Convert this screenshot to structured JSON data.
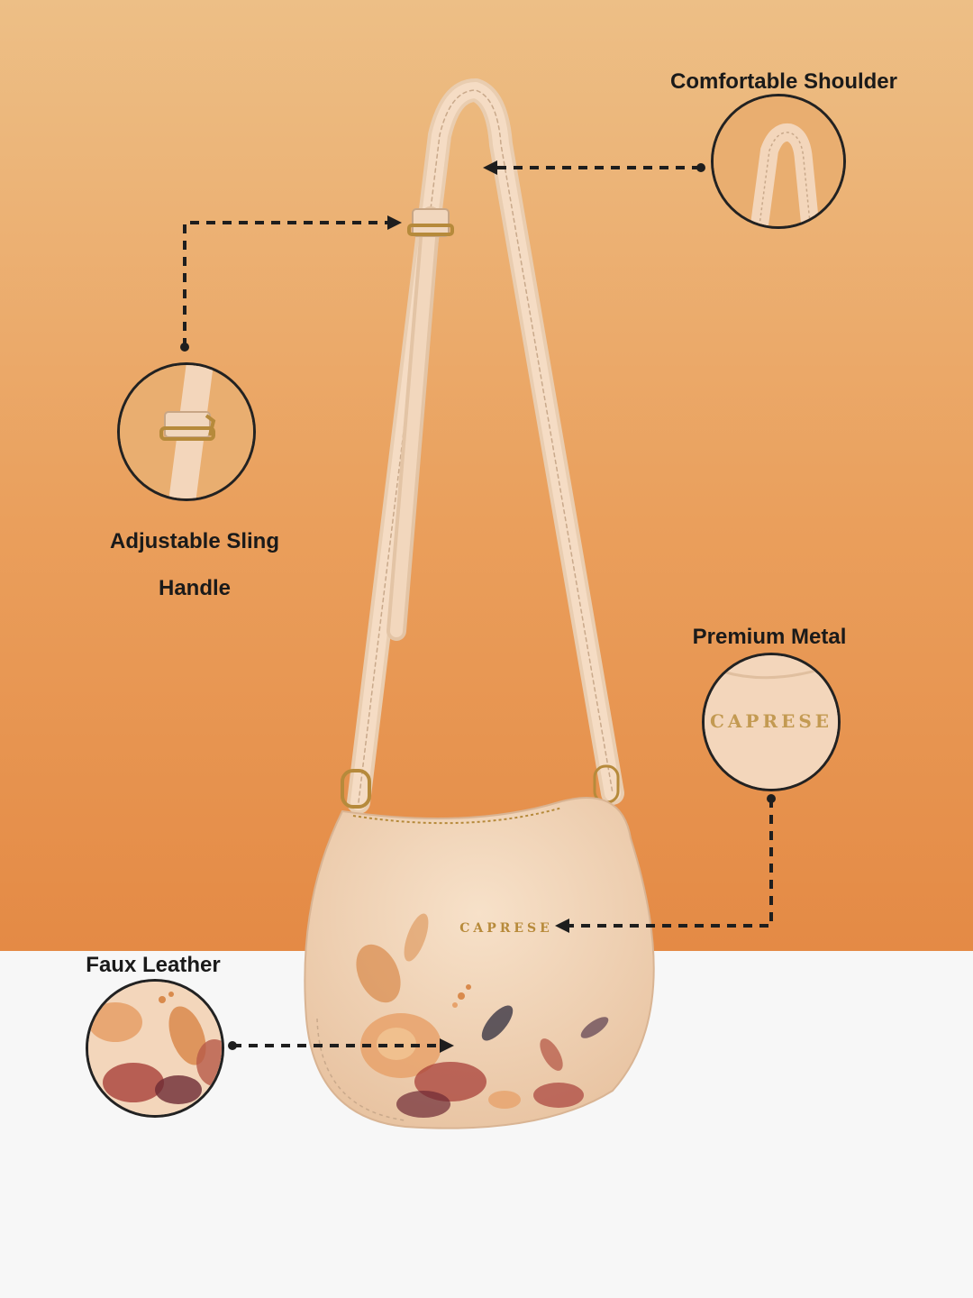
{
  "features": {
    "shoulder_handle": {
      "title_line1": "Comfortable Shoulder",
      "title_line2": "Handle",
      "icon": "strap-loop-icon"
    },
    "sling_handle": {
      "title_line1": "Adjustable Sling",
      "title_line2": "Handle",
      "icon": "buckle-icon"
    },
    "metal_logo": {
      "title_line1": "Premium Metal",
      "title_line2": "Logo",
      "icon": "logo-plate-icon"
    },
    "faux_leather": {
      "title": "Faux Leather",
      "icon": "floral-texture-icon"
    }
  },
  "bag": {
    "logo_text": "CAPRESE",
    "color": "#f3d6bb",
    "print_colors": [
      "#a8403a",
      "#d98a4c",
      "#6d2a35",
      "#2f2c3e"
    ]
  },
  "colors": {
    "gradient_top": "#edbf86",
    "gradient_bottom": "#e48a45",
    "floor": "#f7f7f7",
    "connector": "#1e1e1e"
  }
}
